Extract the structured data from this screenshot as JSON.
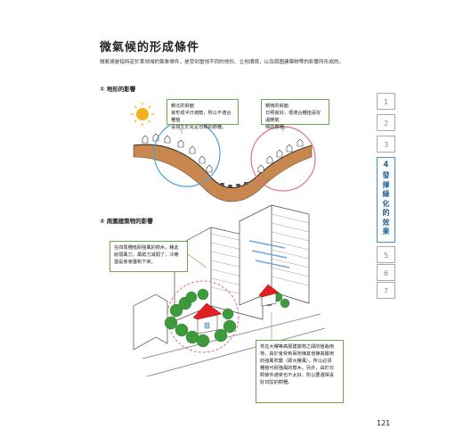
{
  "title": "微氣候的形成條件",
  "intro": "微氣候是指特定於某地域的氣象條件，是受到當地不同的地形、立地環境，以及周圍建築物等的影響所形成的。",
  "sections": [
    {
      "label": "① 地形的影響"
    },
    {
      "label": "② 周圍建築物的影響"
    }
  ],
  "notes": {
    "north_slope": {
      "lines": [
        "朝北的斜面",
        "會形成半日遮蔭，所以不適合種植",
        "喜好生於充足日照的樹種。"
      ]
    },
    "south_slope": {
      "lines": [
        "朝南的斜面",
        "日照良好，很適合種植喜好溫暖氣",
        "候的樹種。"
      ]
    },
    "wind": {
      "lines": [
        "在四周種植耐強風的樹木，藉此",
        "削弱風力，風勢力減弱了，冷暖",
        "還是會會擾和下來。"
      ]
    },
    "buildings": {
      "lines": [
        "夾在大樓等高層建築物之間的植栽用",
        "地，由於會受到兩地棟其他棟高層用",
        "的強風吹襲（即大樓風），所以必須",
        "種植可耐強風的樹木。另外，由於日",
        "照條件通常也不太好，所以要選擇喜",
        "好日陰的樹種。"
      ]
    }
  },
  "tabs": [
    {
      "label": "1"
    },
    {
      "label": "2"
    },
    {
      "label": "3"
    },
    {
      "label": "4",
      "text": "發揮綠化的效果",
      "active": true
    },
    {
      "label": "5"
    },
    {
      "label": "6"
    },
    {
      "label": "7"
    }
  ],
  "page_number": "121",
  "colors": {
    "ground": "#c8874e",
    "circle_cool": "#4aa3d8",
    "circle_warm": "#e0738a",
    "tab_accent": "#4a8fc0",
    "note_border": "#6aa84f",
    "roof": "#e02020",
    "tree": "#3e9b3b",
    "sun": "#f6b21a"
  }
}
